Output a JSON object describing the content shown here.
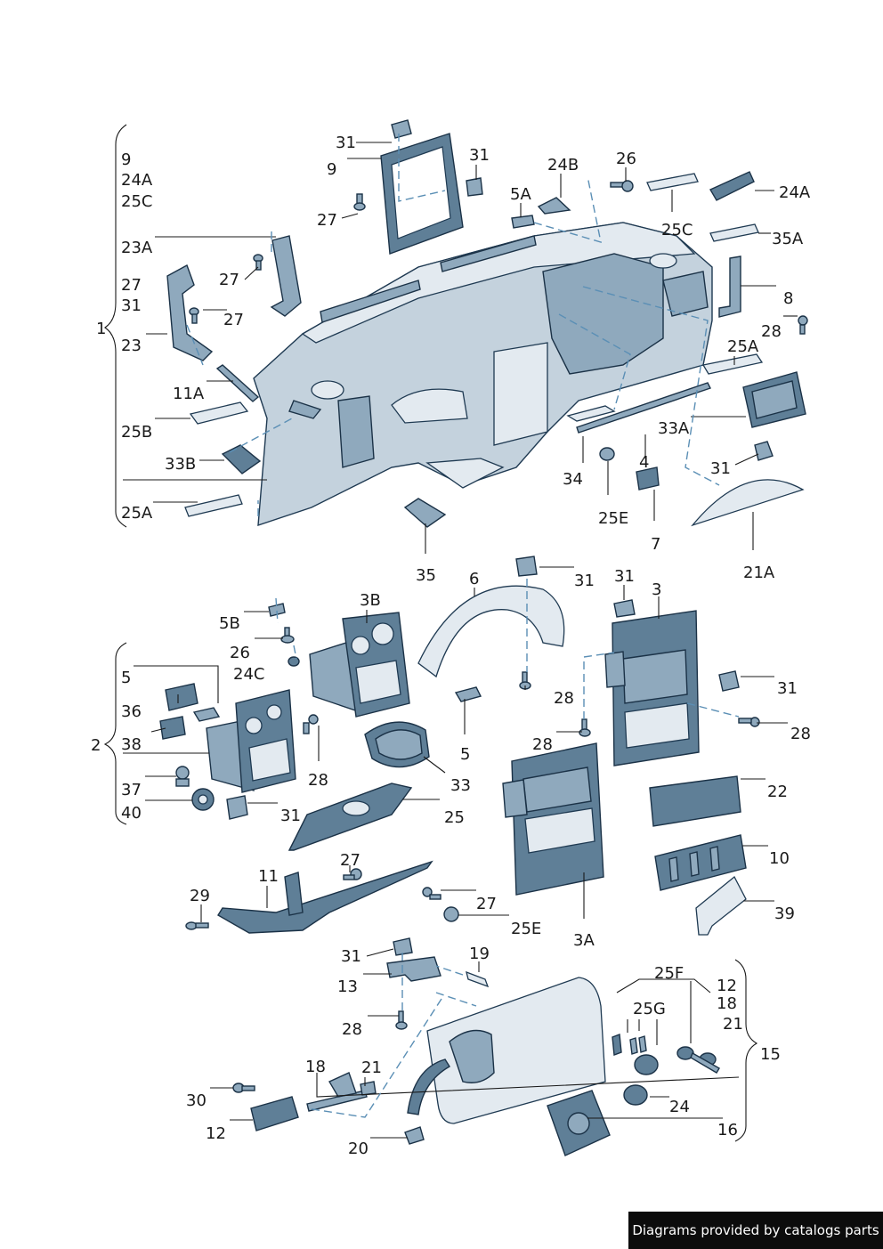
{
  "footer": {
    "text": "Diagrams provided by catalogs parts"
  },
  "group1": {
    "brace_label": "1",
    "list": [
      "9",
      "24A",
      "25C",
      "23A",
      "27",
      "31",
      "23",
      "11A",
      "25B",
      "33B",
      "25A"
    ],
    "parts": [
      "31",
      "9",
      "27",
      "31",
      "5A",
      "24B",
      "26",
      "25C",
      "24A",
      "35A",
      "8",
      "28",
      "27",
      "27",
      "25A",
      "33A",
      "31",
      "4",
      "34",
      "25E",
      "7",
      "21A",
      "35"
    ]
  },
  "group2": {
    "brace_label": "2",
    "list": [
      "5",
      "36",
      "38",
      "37",
      "40"
    ],
    "parts": [
      "5B",
      "26",
      "24C",
      "3B",
      "6",
      "31",
      "31",
      "3",
      "28",
      "5",
      "28",
      "31",
      "28",
      "28",
      "33",
      "31",
      "25",
      "22",
      "10",
      "39",
      "29",
      "11",
      "27",
      "27",
      "25E",
      "3A"
    ]
  },
  "group3": {
    "brace_label": "15",
    "list": [
      "12",
      "18",
      "21"
    ],
    "parts": [
      "31",
      "19",
      "13",
      "28",
      "25F",
      "25G",
      "18",
      "21",
      "30",
      "12",
      "20",
      "24",
      "16"
    ]
  }
}
